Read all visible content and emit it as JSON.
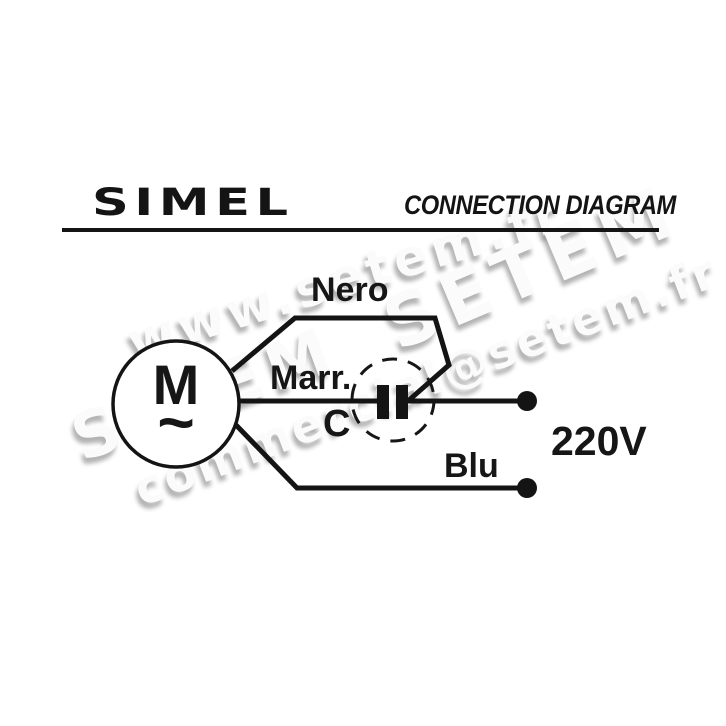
{
  "header": {
    "brand": "SIMEL",
    "title": "CONNECTION DIAGRAM"
  },
  "motor": {
    "symbol": "M",
    "current_type": "~"
  },
  "wires": {
    "black_label": "Nero",
    "brown_label": "Marr.",
    "blue_label": "Blu"
  },
  "capacitor": {
    "label": "C"
  },
  "supply": {
    "voltage": "220V"
  },
  "watermarks": {
    "website": "www.setem.fr",
    "brand_large_left": "SETEM",
    "brand_large_right": "SETEM",
    "email": "commercial@setem.fr"
  },
  "colors": {
    "ink": "#141414",
    "background": "#ffffff"
  }
}
